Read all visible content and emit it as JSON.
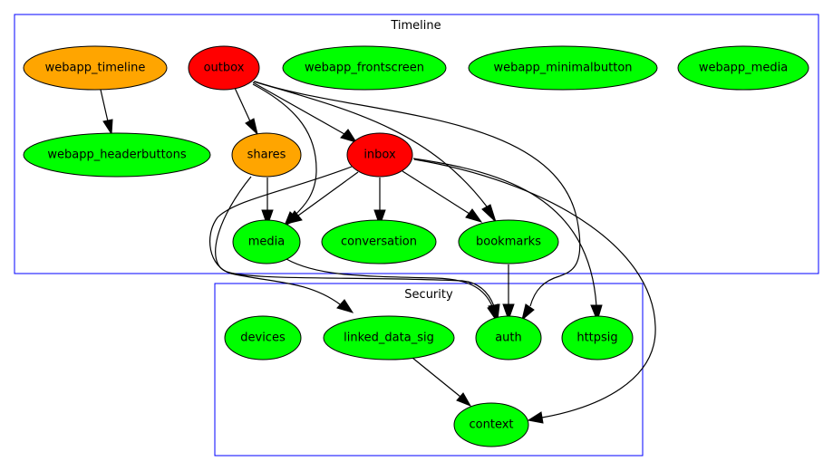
{
  "clusters": [
    {
      "id": "timeline",
      "label": "Timeline",
      "border_color": "#0000ff"
    },
    {
      "id": "security",
      "label": "Security",
      "border_color": "#0000ff"
    }
  ],
  "colors": {
    "orange": "#ffa500",
    "red": "#ff0000",
    "green": "#00ff00"
  },
  "nodes": [
    {
      "id": "webapp_timeline",
      "label": "webapp_timeline",
      "color": "#ffa500",
      "cluster": "timeline"
    },
    {
      "id": "outbox",
      "label": "outbox",
      "color": "#ff0000",
      "cluster": "timeline"
    },
    {
      "id": "webapp_frontscreen",
      "label": "webapp_frontscreen",
      "color": "#00ff00",
      "cluster": "timeline"
    },
    {
      "id": "webapp_minimalbutton",
      "label": "webapp_minimalbutton",
      "color": "#00ff00",
      "cluster": "timeline"
    },
    {
      "id": "webapp_media",
      "label": "webapp_media",
      "color": "#00ff00",
      "cluster": "timeline"
    },
    {
      "id": "webapp_headerbuttons",
      "label": "webapp_headerbuttons",
      "color": "#00ff00",
      "cluster": "timeline"
    },
    {
      "id": "shares",
      "label": "shares",
      "color": "#ffa500",
      "cluster": "timeline"
    },
    {
      "id": "inbox",
      "label": "inbox",
      "color": "#ff0000",
      "cluster": "timeline"
    },
    {
      "id": "media",
      "label": "media",
      "color": "#00ff00",
      "cluster": "timeline"
    },
    {
      "id": "conversation",
      "label": "conversation",
      "color": "#00ff00",
      "cluster": "timeline"
    },
    {
      "id": "bookmarks",
      "label": "bookmarks",
      "color": "#00ff00",
      "cluster": "timeline"
    },
    {
      "id": "devices",
      "label": "devices",
      "color": "#00ff00",
      "cluster": "security"
    },
    {
      "id": "linked_data_sig",
      "label": "linked_data_sig",
      "color": "#00ff00",
      "cluster": "security"
    },
    {
      "id": "auth",
      "label": "auth",
      "color": "#00ff00",
      "cluster": "security"
    },
    {
      "id": "httpsig",
      "label": "httpsig",
      "color": "#00ff00",
      "cluster": "security"
    },
    {
      "id": "context",
      "label": "context",
      "color": "#00ff00",
      "cluster": "security"
    }
  ],
  "edges": [
    {
      "from": "webapp_timeline",
      "to": "webapp_headerbuttons"
    },
    {
      "from": "outbox",
      "to": "shares"
    },
    {
      "from": "outbox",
      "to": "inbox"
    },
    {
      "from": "outbox",
      "to": "media"
    },
    {
      "from": "outbox",
      "to": "bookmarks"
    },
    {
      "from": "outbox",
      "to": "auth"
    },
    {
      "from": "shares",
      "to": "media"
    },
    {
      "from": "shares",
      "to": "auth"
    },
    {
      "from": "inbox",
      "to": "media"
    },
    {
      "from": "inbox",
      "to": "conversation"
    },
    {
      "from": "inbox",
      "to": "bookmarks"
    },
    {
      "from": "inbox",
      "to": "linked_data_sig"
    },
    {
      "from": "inbox",
      "to": "httpsig"
    },
    {
      "from": "inbox",
      "to": "context"
    },
    {
      "from": "media",
      "to": "auth"
    },
    {
      "from": "bookmarks",
      "to": "auth"
    },
    {
      "from": "linked_data_sig",
      "to": "context"
    }
  ]
}
